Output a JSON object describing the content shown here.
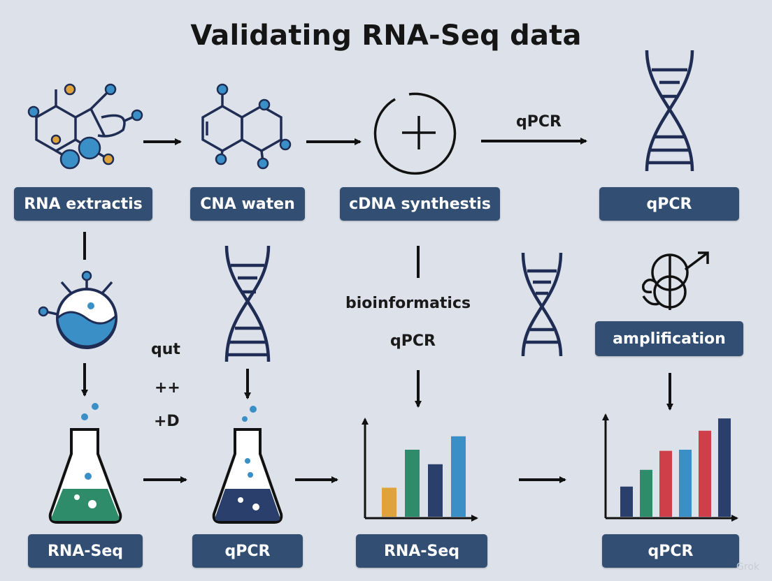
{
  "title": "Validating RNA-Seq data",
  "labels": {
    "rna_extraction": "RNA extractis",
    "cna_waten": "CNA waten",
    "cdna_synthesis": "cDNA synthestis",
    "qpcr_top": "qPCR",
    "amplification": "amplification",
    "rnaseq_left": "RNA-Seq",
    "qpcr_mid": "qPCR",
    "rnaseq_mid": "RNA-Seq",
    "qpcr_bottom": "qPCR"
  },
  "annotations": {
    "arrow_qpcr": "qPCR",
    "bioinformatics": "bioinformatics",
    "qpcr_under_bio": "qPCR",
    "qut": "qut",
    "plus_plus": "++",
    "plus_d": "+D"
  },
  "watermark": "Grok",
  "colors": {
    "background": "#dde1e9",
    "label_bg": "#324e73",
    "navy": "#1e2f5a",
    "orange": "#e0a33c",
    "green": "#2f8c6b",
    "blue": "#3a8fc7",
    "red": "#cf3f4a"
  },
  "chart_data": [
    {
      "type": "bar",
      "values": [
        0.26,
        0.6,
        0.47,
        0.72
      ],
      "colors": [
        "#e0a33c",
        "#2f8c6b",
        "#2a3f6b",
        "#3a8fc7"
      ]
    },
    {
      "type": "bar",
      "values": [
        0.27,
        0.42,
        0.59,
        0.6,
        0.77,
        0.88
      ],
      "colors": [
        "#2a3f6b",
        "#2f8c6b",
        "#cf3f4a",
        "#3a8fc7",
        "#cf3f4a",
        "#2a3f6b"
      ]
    }
  ]
}
